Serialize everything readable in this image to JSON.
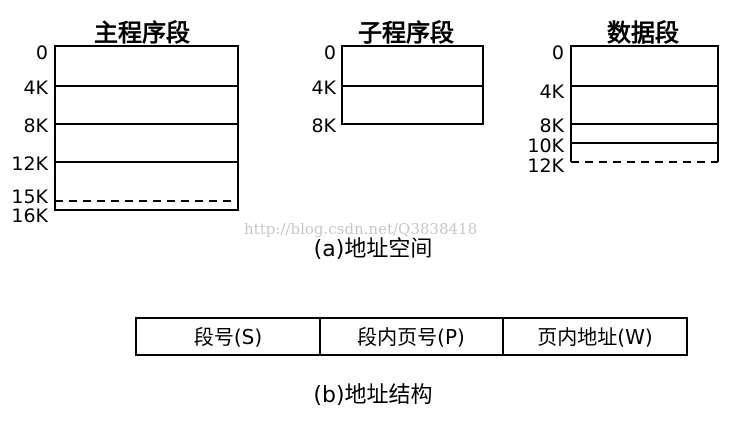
{
  "segments": [
    {
      "title": "主程序段",
      "labels": [
        "0",
        "4K",
        "8K",
        "12K",
        "15K",
        "16K"
      ]
    },
    {
      "title": "子程序段",
      "labels": [
        "0",
        "4K",
        "8K"
      ]
    },
    {
      "title": "数据段",
      "labels": [
        "0",
        "4K",
        "8K",
        "10K",
        "12K"
      ]
    }
  ],
  "watermark": "http://blog.csdn.net/Q3838418",
  "caption_a": "(a)地址空间",
  "address_fields": [
    "段号(S)",
    "段内页号(P)",
    "页内地址(W)"
  ],
  "caption_b": "(b)地址结构"
}
